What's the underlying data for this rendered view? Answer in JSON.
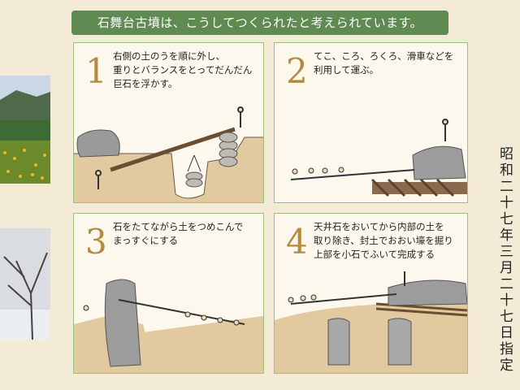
{
  "header": {
    "title": "石舞台古墳は、こうしてつくられたと考えられています。"
  },
  "panels": [
    {
      "number": "1",
      "text": "右側の土のうを順に外し、\n重りとバランスをとってだんだん\n巨石を浮かす。"
    },
    {
      "number": "2",
      "text": "てこ、ころ、ろくろ、滑車などを\n利用して運ぶ。"
    },
    {
      "number": "3",
      "text": "石をたてながら土をつめこんで\nまっすぐにする"
    },
    {
      "number": "4",
      "text": "天井石をおいてから内部の土を\n取り除き、封土でおおい壕を掘り\n上部を小石でふいて完成する"
    }
  ],
  "side_note": {
    "text": "昭和二十七年三月二十七日指定"
  },
  "colors": {
    "header_bg": "#5f8a52",
    "panel_border": "#9fbf7a",
    "number": "#b58a3d",
    "ground": "#e3c9a0"
  }
}
